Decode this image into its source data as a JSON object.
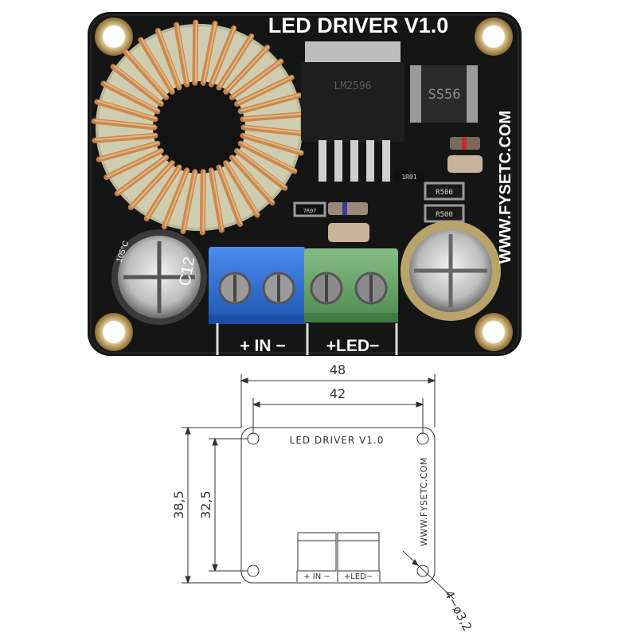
{
  "board": {
    "title": "LED DRIVER V1.0",
    "website": "WWW.FYSETC.COM",
    "label_in": "+ IN −",
    "label_led": "+LED−",
    "cap_label": "C12",
    "cap_temp": "105°C",
    "diode_label": "SS56",
    "regulator_marking": "LM2596",
    "resistor_1": "R500",
    "resistor_2": "R500",
    "resistor_small": "1R01",
    "resistor_small_2": "7R07"
  },
  "drawing": {
    "title": "LED DRIVER V1.0",
    "website": "WWW.FYSETC.COM",
    "label_in": "+ IN −",
    "label_led": "+LED−",
    "width_outer": "48",
    "width_holes": "42",
    "height_outer": "38,5",
    "height_holes": "32,5",
    "hole_callout": "4−ø3,2"
  },
  "colors": {
    "pcb": "#141414",
    "copper": "#c98850",
    "core": "#d9d7b8",
    "terminal_blue": "#2f6fd6",
    "terminal_green": "#6aa36a",
    "silver": "#c8c8c8"
  }
}
